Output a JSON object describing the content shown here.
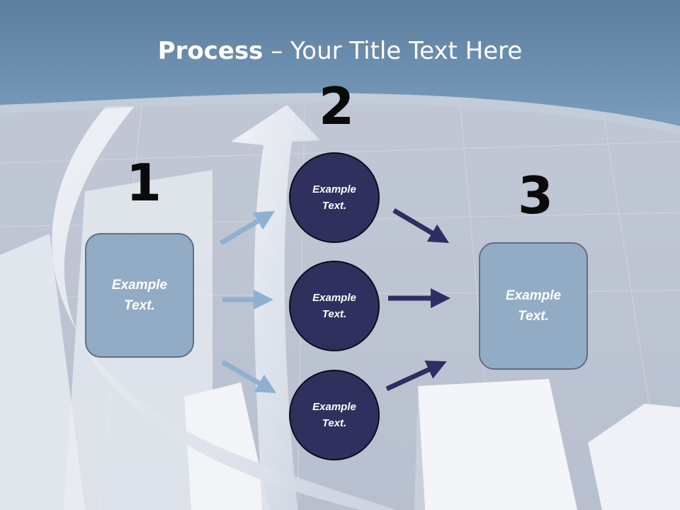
{
  "title": {
    "bold": "Process",
    "rest": " – Your Title Text Here"
  },
  "steps": [
    {
      "number": "1",
      "label": "Example\nText."
    },
    {
      "number": "2",
      "items": [
        "Example\nText.",
        "Example\nText.",
        "Example\nText."
      ]
    },
    {
      "number": "3",
      "label": "Example\nText."
    }
  ],
  "colors": {
    "header_band": "#6f93b4",
    "box_fill": "#92acc5",
    "circle_fill": "#30305e",
    "light_arrow": "#8fb0ce",
    "dark_arrow": "#2e2e63"
  },
  "icons": [
    "arrow-right-icon"
  ]
}
